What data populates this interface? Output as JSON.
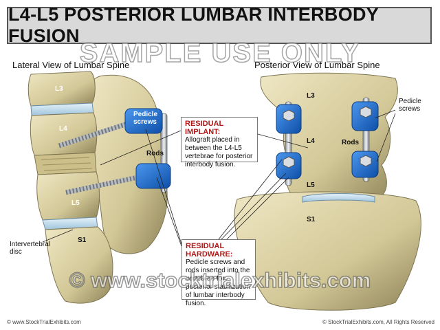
{
  "title": "L4-L5 POSTERIOR LUMBAR INTERBODY FUSION",
  "watermark_top": "SAMPLE USE ONLY",
  "watermark_url": "© www.stocktrialexhibits.com",
  "views": {
    "lateral": "Lateral View of Lumbar Spine",
    "posterior": "Posterior View of Lumbar Spine"
  },
  "lateral_labels": {
    "l3": "L3",
    "l4": "L4",
    "l5": "L5",
    "s1": "S1",
    "pedicle_screws": "Pedicle screws",
    "rods": "Rods",
    "disc": "Intervertebral disc"
  },
  "posterior_labels": {
    "l3": "L3",
    "l4": "L4",
    "l5": "L5",
    "s1": "S1",
    "rods": "Rods",
    "pedicle_screws": "Pedicle screws"
  },
  "callouts": {
    "implant_head": "RESIDUAL IMPLANT:",
    "implant_body": "Allograft placed in between the L4-L5 vertebrae for posterior interbody fusion.",
    "hardware_head": "RESIDUAL HARDWARE:",
    "hardware_body": "Pedicle screws and rods inserted into the vertebrae for posterior stabilization of lumbar interbody fusion."
  },
  "footer": {
    "left": "© www.StockTrialExhibits.com",
    "right": "© StockTrialExhibits.com, All Rights Reserved"
  },
  "colors": {
    "bone": "#d8cfa6",
    "bone_shadow": "#9c9168",
    "disc": "#bcd8ea",
    "screw_cap": "#1f6fd1",
    "rod": "#c8ccd0",
    "callout_head": "#b01818"
  }
}
